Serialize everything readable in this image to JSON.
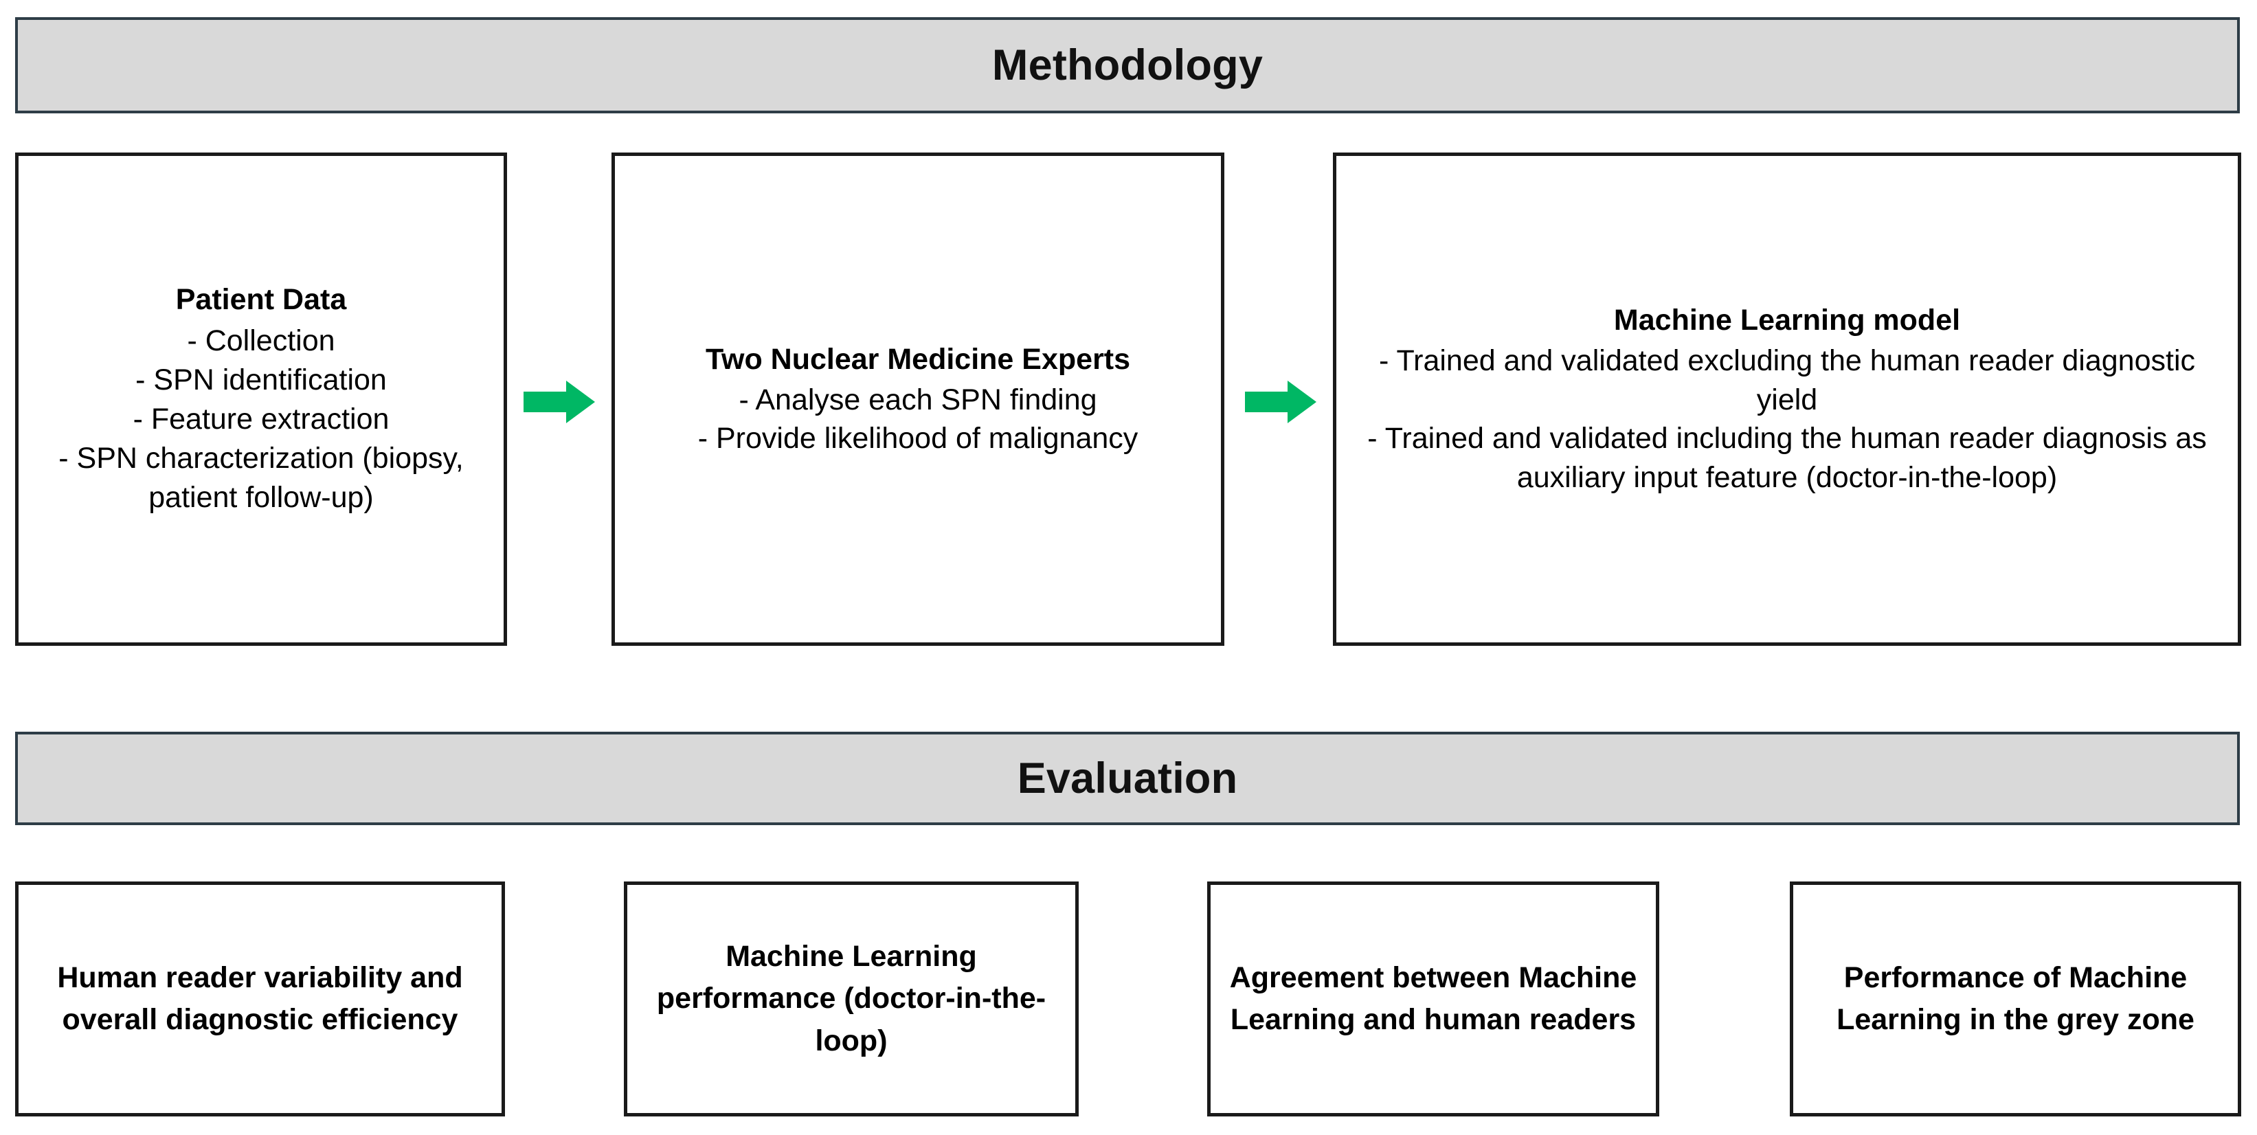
{
  "sections": {
    "methodology": {
      "title": "Methodology"
    },
    "evaluation": {
      "title": "Evaluation"
    }
  },
  "colors": {
    "banner_fill": "#D9D9D9",
    "banner_border": "#2E3D47",
    "box_border": "#1A1A1A",
    "arrow_green": "#00B764",
    "background": "#FFFFFF",
    "text": "#000000"
  },
  "methodology_steps": [
    {
      "heading": "Patient Data",
      "bullets": [
        "-   Collection",
        "-   SPN identification",
        "-   Feature extraction",
        "-   SPN characterization (biopsy, patient follow-up)"
      ]
    },
    {
      "heading": "Two Nuclear Medicine Experts",
      "bullets": [
        "-   Analyse each SPN finding",
        "-   Provide likelihood of malignancy"
      ]
    },
    {
      "heading": "Machine Learning model",
      "bullets": [
        "-   Trained and validated excluding the human reader diagnostic yield",
        "-   Trained and validated including the human reader diagnosis as auxiliary input feature (doctor-in-the-loop)"
      ]
    }
  ],
  "arrows": [
    {
      "name": "arrow-patient-data-to-experts",
      "direction": "right"
    },
    {
      "name": "arrow-experts-to-ml-model",
      "direction": "right"
    }
  ],
  "evaluation_outcomes": [
    {
      "label": "Human reader variability and overall diagnostic efficiency"
    },
    {
      "label": "Machine Learning performance (doctor-in-the-loop)"
    },
    {
      "label": "Agreement between Machine Learning and human readers"
    },
    {
      "label": "Performance of Machine Learning in the grey zone"
    }
  ]
}
